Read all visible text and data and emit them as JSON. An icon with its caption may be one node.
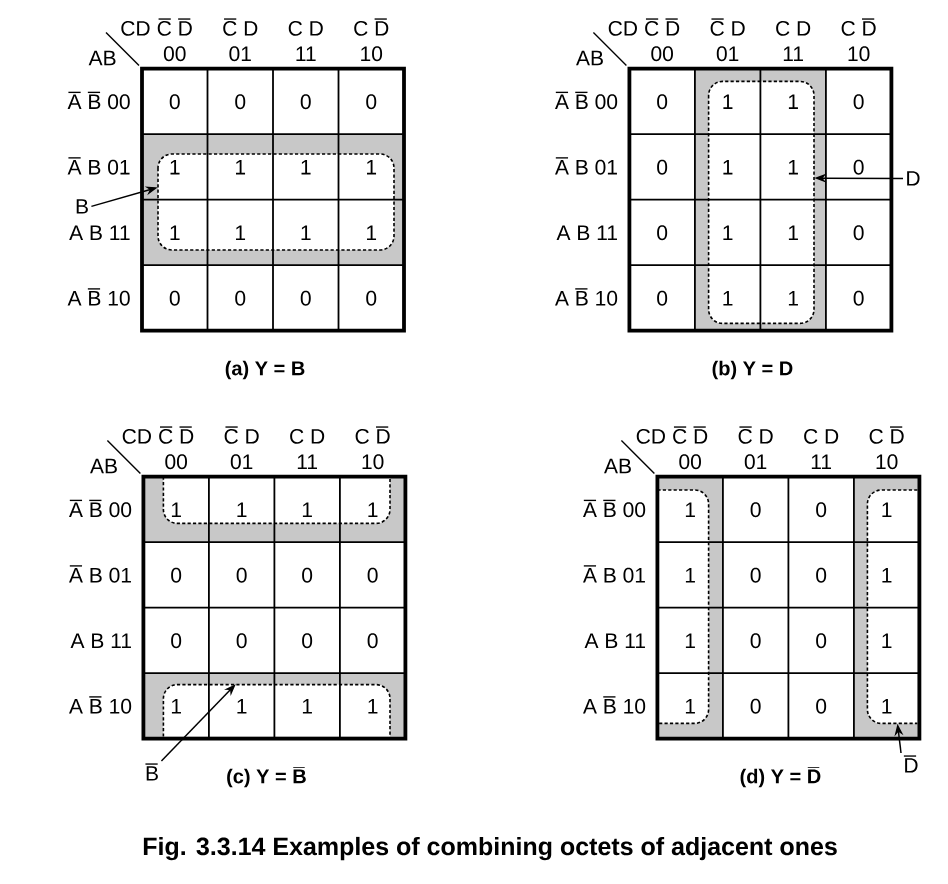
{
  "diagram": {
    "caption": "Fig. 3.3.14 Examples of combining octets of adjacent ones",
    "nodes": [
      {
        "text": [],
        "shape": "box"
      },
      {
        "text": [
          "B"
        ]
      },
      {
        "text": [],
        "shape": "box"
      },
      {
        "text": [
          "D"
        ]
      },
      {
        "text": [],
        "shape": "box"
      },
      {
        "text": [],
        "shape": "box"
      },
      {
        "text": [
          "B̅"
        ]
      },
      {
        "text": [],
        "shape": "box"
      },
      {
        "text": [],
        "shape": "box"
      },
      {
        "text": [
          "D̅"
        ]
      }
    ],
    "edges": [
      {
        "from": 1,
        "to": 0,
        "arrow": "to"
      },
      {
        "from": 3,
        "to": 2,
        "arrow": "to"
      },
      {
        "from": 6,
        "to": 5,
        "arrow": "to"
      },
      {
        "from": 9,
        "to": 8,
        "arrow": "to"
      }
    ],
    "labels": [
      "CD",
      "C̅ D̅",
      "C̅ D",
      "C D",
      "C D̅",
      "AB",
      "00",
      "01",
      "11",
      "10",
      "A̅ B̅ 00",
      "0",
      "0",
      "0",
      "0",
      "A̅ B 01",
      "1",
      "1",
      "1",
      "1",
      "A B 11",
      "1",
      "1",
      "1",
      "1",
      "A B̅ 10",
      "0",
      "0",
      "0",
      "0",
      "(a) Y = B",
      "CD",
      "C̅ D̅",
      "C̅ D",
      "C D",
      "C D̅",
      "AB",
      "00",
      "01",
      "11",
      "10",
      "A̅ B̅ 00",
      "0",
      "1",
      "1",
      "0",
      "A̅ B 01",
      "0",
      "1",
      "1",
      "0",
      "A B 11",
      "0",
      "1",
      "1",
      "0",
      "A B̅ 10",
      "0",
      "1",
      "1",
      "0",
      "(b) Y = D",
      "CD",
      "C̅ D̅",
      "C̅ D",
      "C D",
      "C D̅",
      "AB",
      "00",
      "01",
      "11",
      "10",
      "A̅ B̅ 00",
      "1",
      "1",
      "1",
      "1",
      "A̅ B 01",
      "0",
      "0",
      "0",
      "0",
      "A B 11",
      "0",
      "0",
      "0",
      "0",
      "A B̅ 10",
      "1",
      "1",
      "1",
      "1",
      "(c) Y = B̅",
      "CD",
      "C̅ D̅",
      "C̅ D",
      "C D",
      "C D̅",
      "AB",
      "00",
      "01",
      "11",
      "10",
      "A̅ B̅ 00",
      "1",
      "0",
      "0",
      "1",
      "A̅ B 01",
      "1",
      "0",
      "0",
      "1",
      "A B 11",
      "1",
      "0",
      "0",
      "1",
      "A B̅ 10",
      "1",
      "0",
      "0",
      "1",
      "(d) Y = D̅"
    ]
  }
}
